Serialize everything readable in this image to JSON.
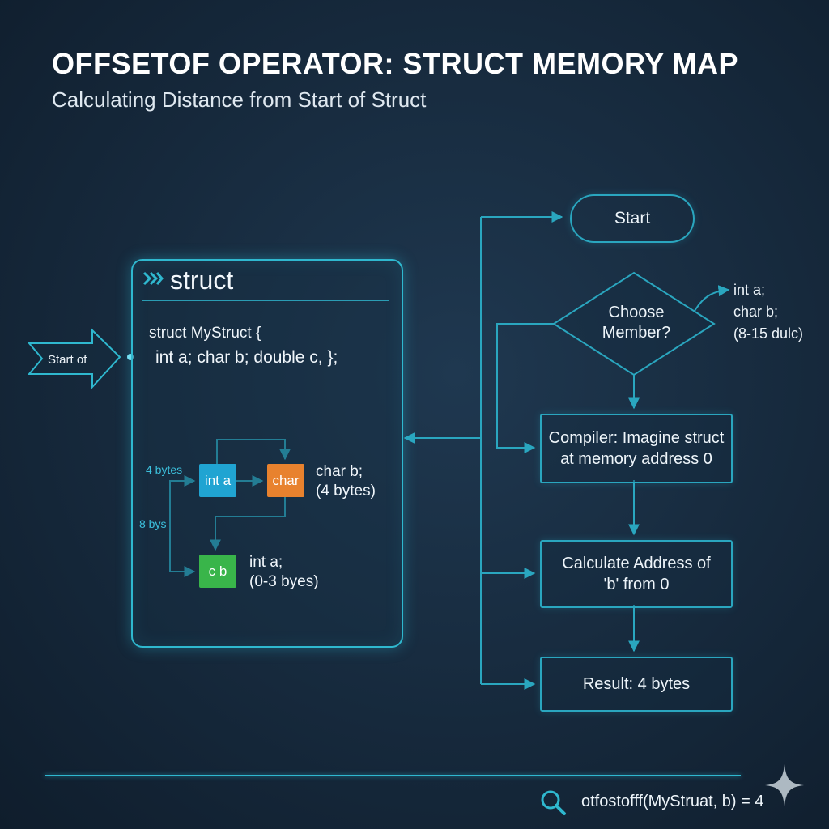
{
  "header": {
    "title": "OFFSETOF OPERATOR: STRUCT MEMORY MAP",
    "subtitle": "Calculating Distance from Start of Struct"
  },
  "start_arrow": {
    "label": "Start of"
  },
  "struct_panel": {
    "heading": "struct",
    "heading_icon": "double-chevron-right-icon",
    "code_line1": "struct MyStruct {",
    "code_line2": "int a; char b; double c, };",
    "memory_boxes": {
      "int_a": "int a",
      "char": "char",
      "c": "c b"
    },
    "labels": {
      "four_bytes": "4 bytes",
      "eight_bys": "8 bys"
    },
    "notes": {
      "char_b_line1": "char b;",
      "char_b_line2": "(4 bytes)",
      "int_a_line1": "int a;",
      "int_a_line2": "(0-3 byes)"
    }
  },
  "flowchart": {
    "start": "Start",
    "decision_line1": "Choose",
    "decision_line2": "Member?",
    "side_note_line1": "int a;",
    "side_note_line2": "char b;",
    "side_note_line3": "(8-15 dulc)",
    "compiler_line1": "Compiler: Imagine struct",
    "compiler_line2": "at memory address 0",
    "calc_line1": "Calculate Address of",
    "calc_line2": "'b' from 0",
    "result": "Result: 4 bytes"
  },
  "footer": {
    "formula": "otfostofff(MyStruat, b) = 4",
    "search_icon": "search-icon",
    "sparkle_icon": "sparkle-icon"
  },
  "colors": {
    "accent": "#2fb8cf",
    "int_box": "#20a4d2",
    "char_box": "#e8822e",
    "c_box": "#39b54a",
    "background": "#16293c"
  }
}
